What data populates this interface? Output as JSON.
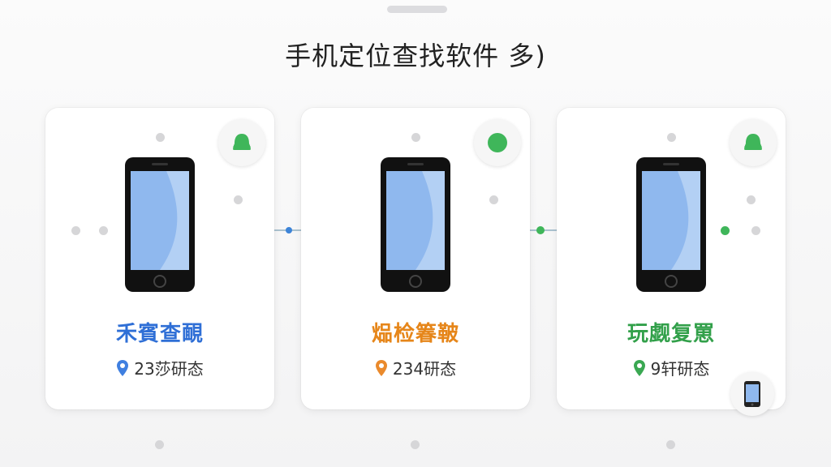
{
  "page": {
    "title": "手机定位查找软件 多)"
  },
  "cards": [
    {
      "title": "禾賓查靦",
      "meta": "23莎研态",
      "accent": "#2f6fd6",
      "pin_color": "#3f7fe0"
    },
    {
      "title": "煰检箺鞁",
      "meta": "234研态",
      "accent": "#e6861a",
      "pin_color": "#ea8a2c"
    },
    {
      "title": "玩觑复罳",
      "meta": "9轩研态",
      "accent": "#32a04a",
      "pin_color": "#3aa852"
    }
  ],
  "colors": {
    "connector": "#aac2cf",
    "node_green": "#3fb65a",
    "node_blue": "#3d84d8",
    "node_square": "#8fb3a8",
    "bell": "#3fb65a"
  },
  "icons": [
    "bell-icon",
    "status-dot-icon",
    "location-pin-icon",
    "phone-icon",
    "smartphone-icon"
  ]
}
